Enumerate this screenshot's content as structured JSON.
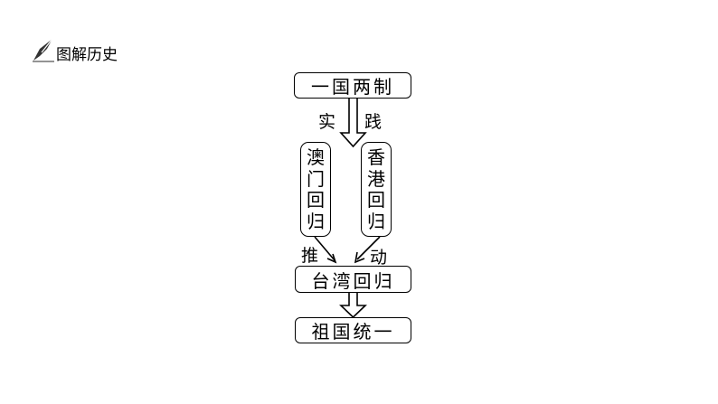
{
  "header": {
    "title": "图解历史",
    "icon": "quill-pen-icon"
  },
  "diagram": {
    "top": "一国两制",
    "arrow1_left": "实",
    "arrow1_right": "践",
    "macau": [
      "澳",
      "门",
      "回",
      "归"
    ],
    "hongkong": [
      "香",
      "港",
      "回",
      "归"
    ],
    "push_left": "推",
    "push_right": "动",
    "taiwan": "台湾回归",
    "unification": "祖国统一"
  }
}
